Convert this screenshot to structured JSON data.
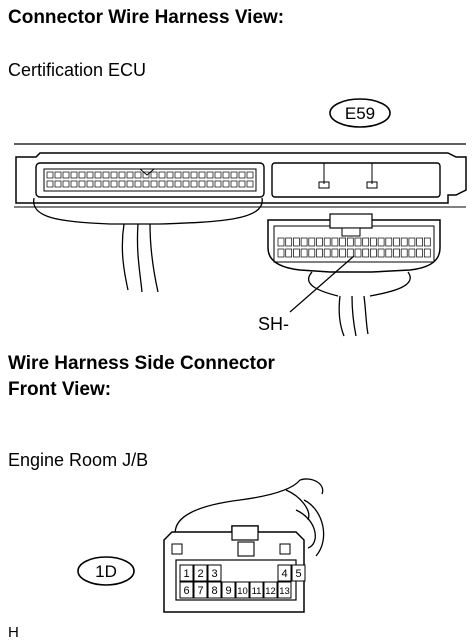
{
  "title_connector_view": "Connector Wire Harness View:",
  "component_certification": "Certification ECU",
  "connector_code_top": "E59",
  "terminal_callout": "SH-",
  "title_side_connector": "Wire Harness Side Connector",
  "title_front_view": "Front View:",
  "component_engine_room": "Engine Room J/B",
  "connector_code_bottom": "1D",
  "pins_row1": [
    "1",
    "2",
    "3",
    "4",
    "5"
  ],
  "pins_row2": [
    "6",
    "7",
    "8",
    "9",
    "10",
    "11",
    "12",
    "13"
  ],
  "footer_mark": "H"
}
